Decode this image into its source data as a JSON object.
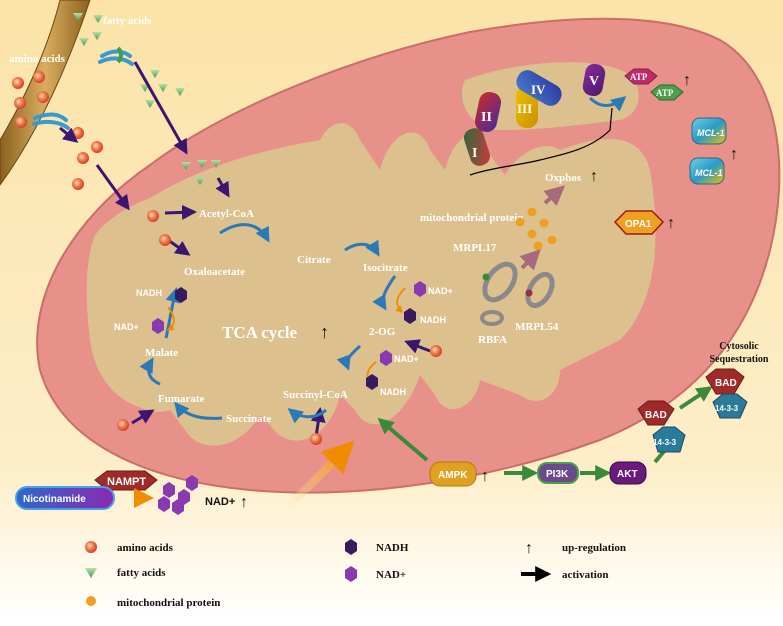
{
  "membrane": {
    "fatty_acids": "fatty acids",
    "amino_acids": "amino acids"
  },
  "tca": {
    "acetyl_coa": "Acetyl-CoA",
    "citrate": "Citrate",
    "isocitrate": "Isocitrate",
    "oxaloacetate": "Oxaloacetate",
    "malate": "Malate",
    "fumarate": "Fumarate",
    "succinate": "Succinate",
    "succinyl_coa": "Succinyl-CoA",
    "two_og": "2-OG",
    "cycle": "TCA cycle",
    "nadh": "NADH",
    "nad_plus": "NAD+"
  },
  "oxphos": {
    "complex_1": "I",
    "complex_2": "II",
    "complex_3": "III",
    "complex_4": "IV",
    "complex_5": "V",
    "atp": "ATP",
    "label": "Oxphos"
  },
  "ribosome": {
    "protein": "mitochondrial protein",
    "mrpl17": "MRPL17",
    "mrpl54": "MRPL54",
    "rbfa": "RBFA"
  },
  "proteins": {
    "mcl1": "MCL-1",
    "opa1": "OPA1"
  },
  "signaling": {
    "nampt": "NAMPT",
    "nicotinamide": "Nicotinamide",
    "nad_plus": "NAD+",
    "ampk": "AMPK",
    "pi3k": "PI3K",
    "akt": "AKT",
    "bad": "BAD",
    "protein_1433": "14-3-3",
    "cytosolic_1": "Cytosolic",
    "cytosolic_2": "Sequestration"
  },
  "up_arrow": "↑",
  "legend": {
    "amino_acids": "amino acids",
    "fatty_acids": "fatty acids",
    "mito_protein": "mitochondrial protein",
    "nadh": "NADH",
    "nad_plus": "NAD+",
    "up": "up-regulation",
    "activation": "activation"
  },
  "colors": {
    "mito_outer": "#e8908a",
    "matrix": "#dcc08e",
    "arrow_dark": "#3a1670",
    "arrow_green": "#3a8a3a",
    "orange": "#f08c00",
    "nadh": "#3a1a5e",
    "nad_plus": "#8a3ab0"
  }
}
